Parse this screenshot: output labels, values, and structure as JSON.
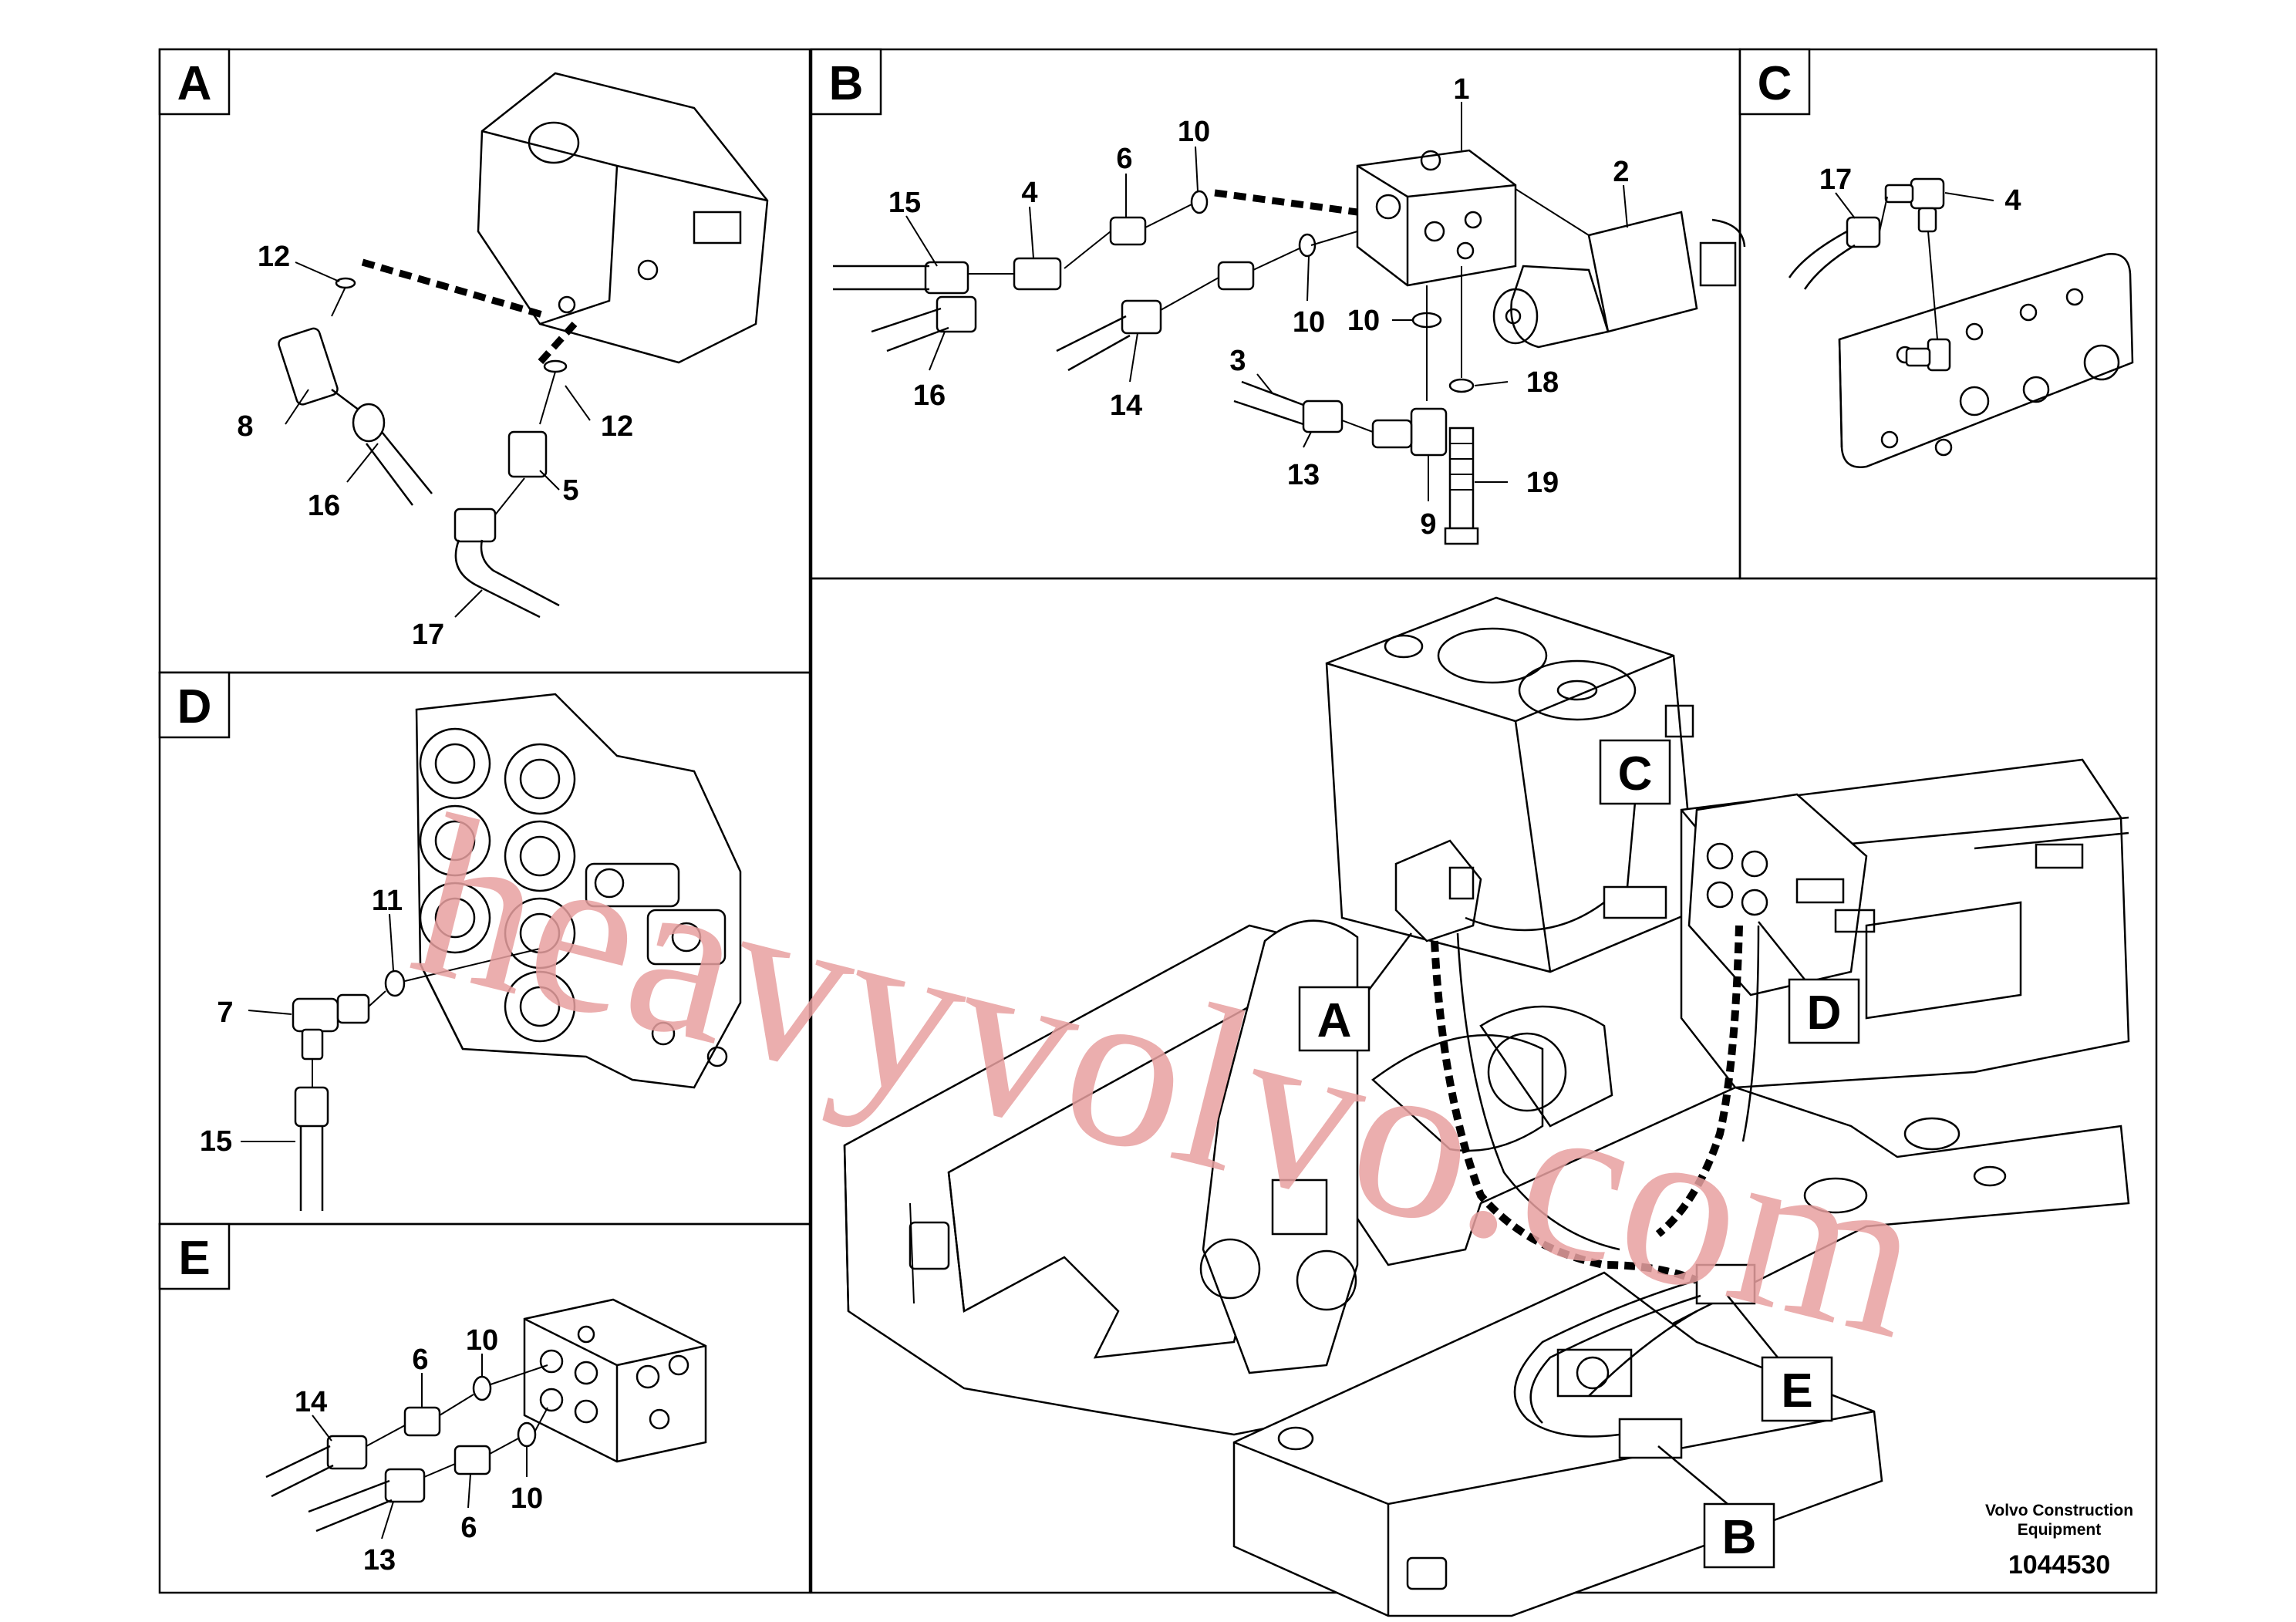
{
  "panels": {
    "A": {
      "label": "A",
      "callouts": [
        "12",
        "12",
        "8",
        "16",
        "5",
        "17"
      ]
    },
    "B": {
      "label": "B",
      "callouts": [
        "1",
        "2",
        "15",
        "4",
        "6",
        "10",
        "10",
        "10",
        "16",
        "14",
        "3",
        "13",
        "9",
        "18",
        "19"
      ]
    },
    "C": {
      "label": "C",
      "callouts": [
        "17",
        "4"
      ]
    },
    "D": {
      "label": "D",
      "callouts": [
        "11",
        "7",
        "15"
      ]
    },
    "E": {
      "label": "E",
      "callouts": [
        "14",
        "6",
        "10",
        "10",
        "6",
        "13"
      ]
    }
  },
  "overview": {
    "labels": [
      "C",
      "A",
      "D",
      "E",
      "B"
    ]
  },
  "credit": {
    "line1": "Volvo Construction",
    "line2": "Equipment",
    "part_number": "1044530"
  },
  "watermark": {
    "text": "heavyvolvo.com"
  }
}
